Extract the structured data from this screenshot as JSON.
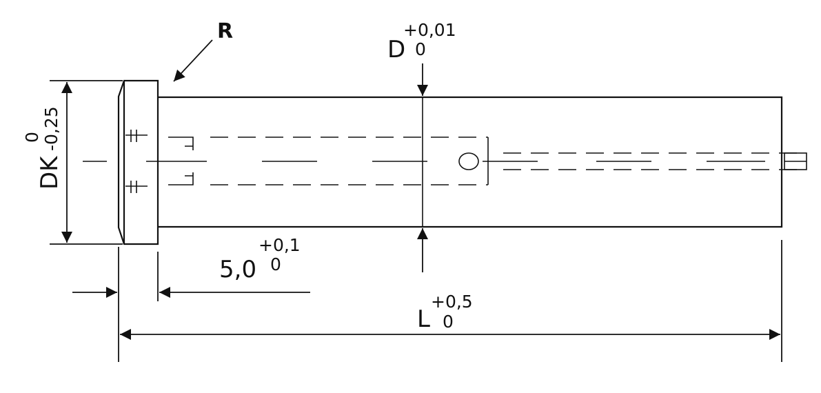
{
  "drawing": {
    "labels": {
      "radius": "R",
      "diameter": "D",
      "diameter_tol_upper": "+0,01",
      "diameter_tol_lower": "0",
      "head_diameter": "DK",
      "head_tol_upper": "0",
      "head_tol_lower": "-0,25",
      "head_length": "5,0",
      "head_length_tol_upper": "+0,1",
      "head_length_tol_lower": "0",
      "length": "L",
      "length_tol_upper": "+0,5",
      "length_tol_lower": "0"
    },
    "colors": {
      "line": "#111111",
      "background": "#ffffff"
    }
  }
}
